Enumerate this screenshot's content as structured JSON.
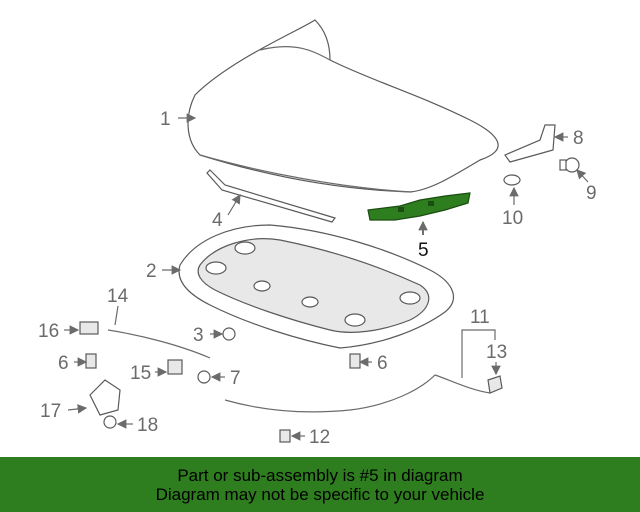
{
  "diagram": {
    "callouts": [
      "1",
      "2",
      "3",
      "4",
      "5",
      "6",
      "6",
      "7",
      "8",
      "9",
      "10",
      "11",
      "12",
      "13",
      "14",
      "15",
      "16",
      "17",
      "18"
    ],
    "highlight_color": "#2e7d1f"
  },
  "footer": {
    "line1": "Part or sub-assembly is #5 in diagram",
    "line2": "Diagram may not be specific to your vehicle",
    "background": "#2e7d1f"
  }
}
